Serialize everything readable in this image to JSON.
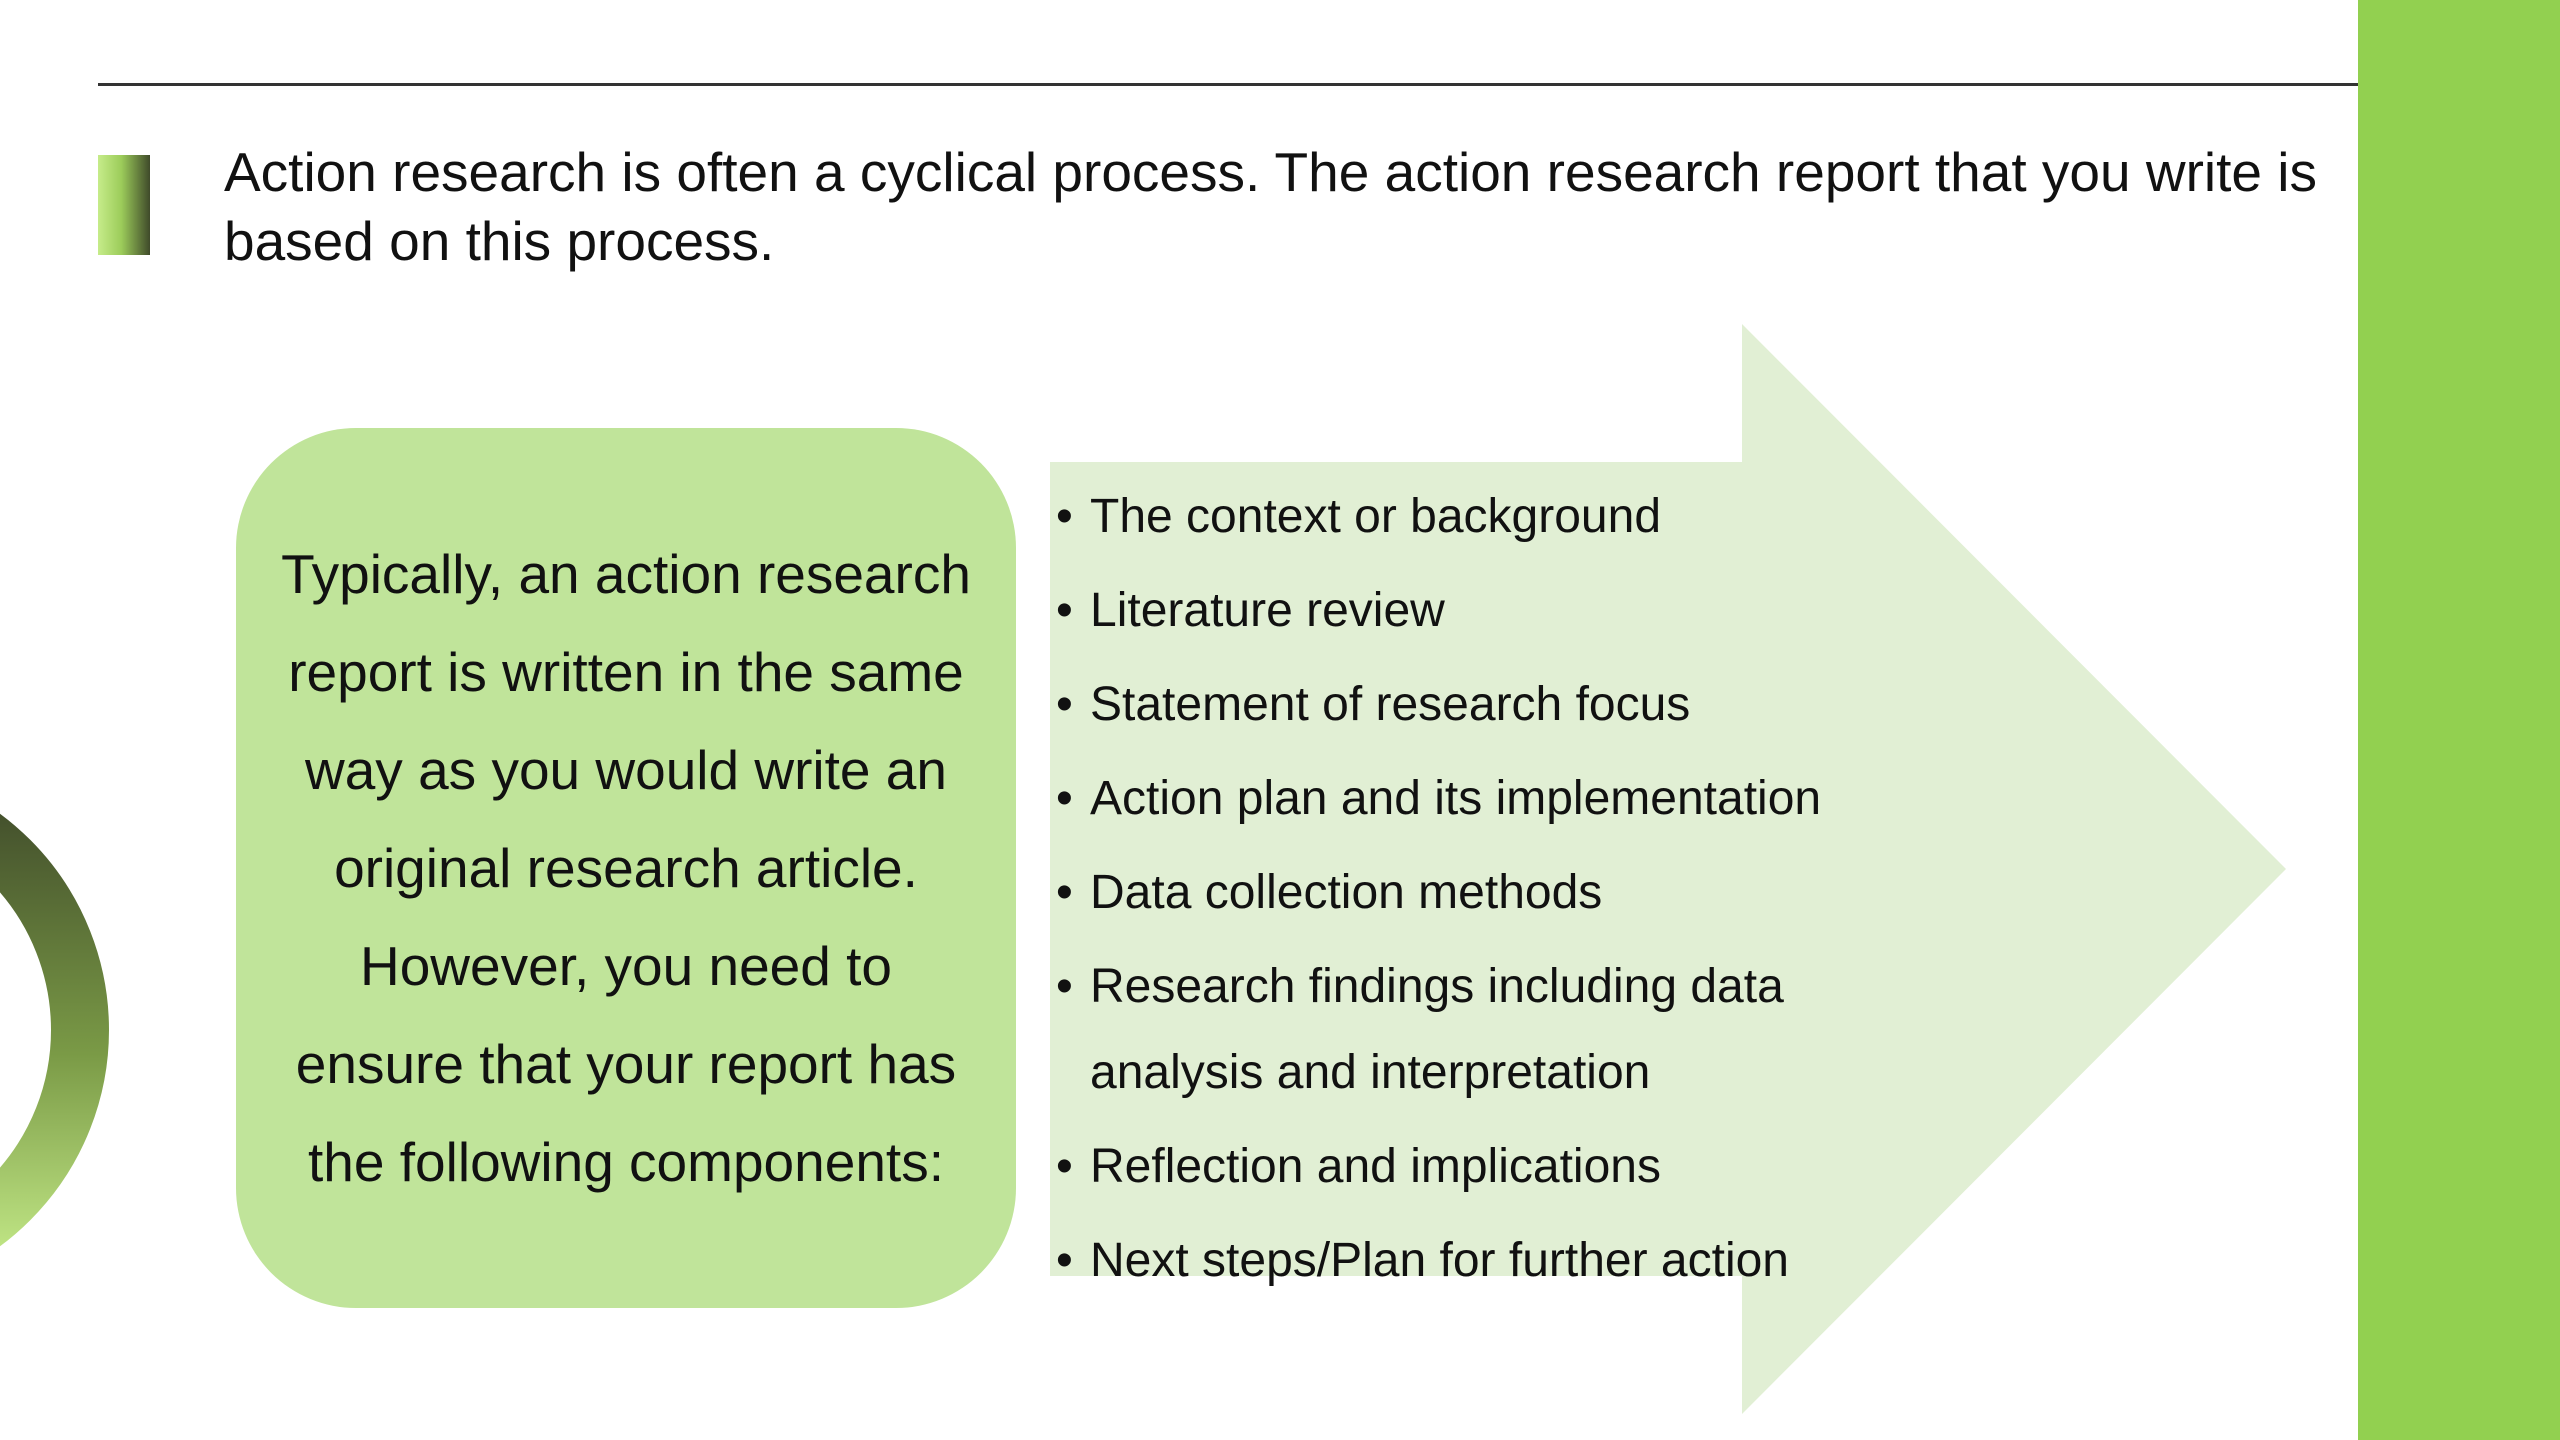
{
  "slide": {
    "intro": "Action research is often a cyclical process. The action research report that you write is based on this process.",
    "box_text": "Typically, an action research report is written in the same way as you would write an original research article. However, you need to ensure that your report has the following components:",
    "bullet_glyph": "•",
    "components": [
      "The context or background",
      "Literature review",
      "Statement of research focus",
      "Action plan and its implementation",
      "Data collection methods",
      "Research findings including data analysis and interpretation",
      "Reflection and implications",
      "Next steps/Plan for further action"
    ]
  },
  "colors": {
    "accent_green": "#92d050",
    "box_green": "#c0e49a",
    "arrow_green": "#e1efd4",
    "rule": "#333333",
    "text": "#111111"
  }
}
